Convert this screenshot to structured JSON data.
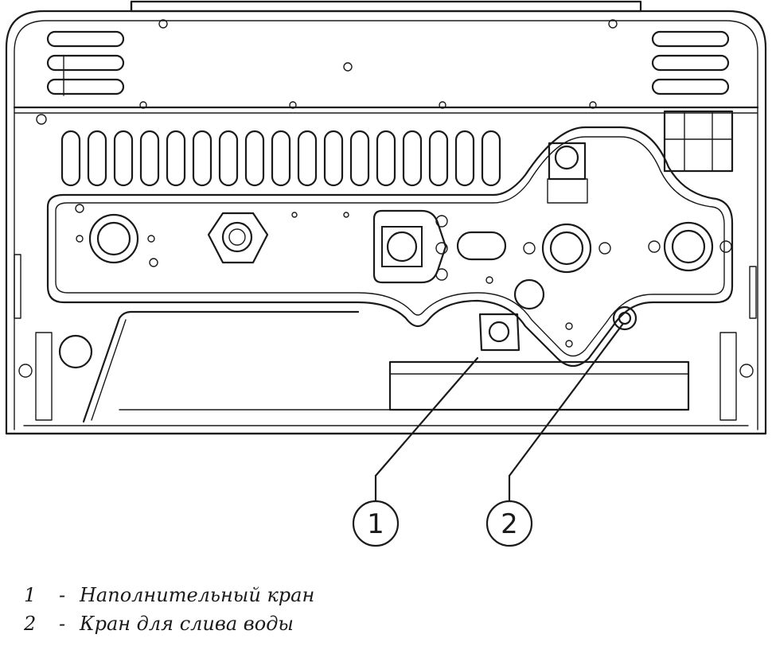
{
  "callouts": [
    {
      "number": "1"
    },
    {
      "number": "2"
    }
  ],
  "legend": [
    {
      "number": "1",
      "separator": "-",
      "text": "Наполнительный кран"
    },
    {
      "number": "2",
      "separator": "-",
      "text": "Кран для слива воды"
    }
  ]
}
